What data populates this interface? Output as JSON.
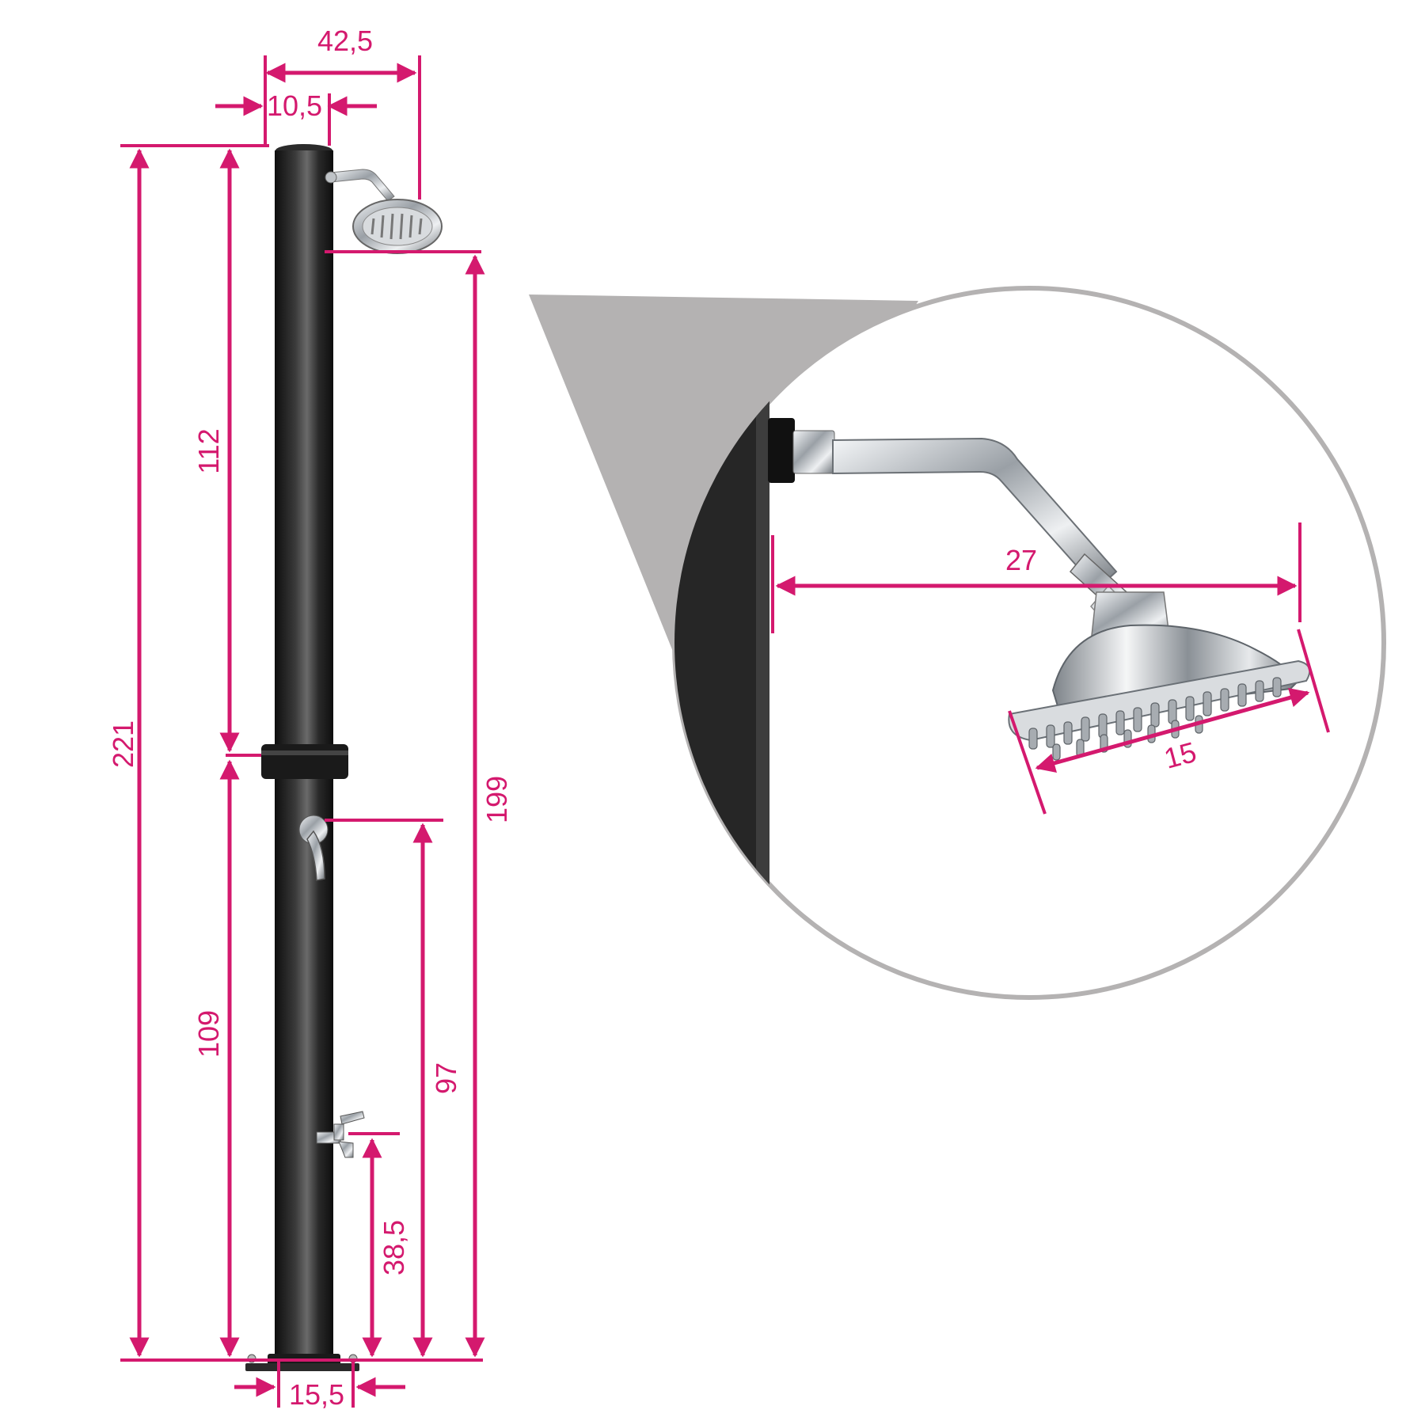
{
  "colors": {
    "dimension": "#d4196e",
    "pole": "#1c1c1c",
    "callout_gray": "#b4b2b2",
    "chrome": "#c9ccd0"
  },
  "dimensions": {
    "top_width": "42,5",
    "top_offset": "10,5",
    "upper_section": "112",
    "total_height": "221",
    "lower_section": "109",
    "showerhead_height": "199",
    "mixer_height": "97",
    "tap_height": "38,5",
    "base_width": "15,5",
    "arm_length": "27",
    "head_diameter": "15"
  }
}
